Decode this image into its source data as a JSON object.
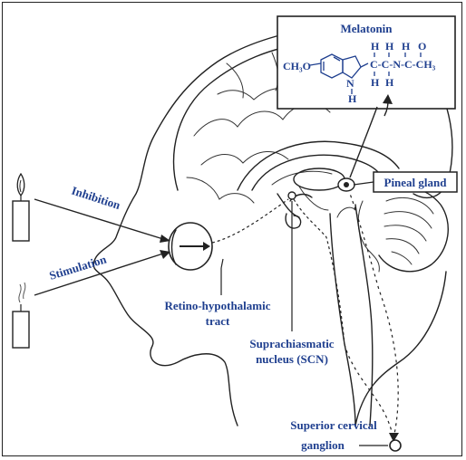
{
  "labels": {
    "melatonin": "Melatonin",
    "pineal_gland": "Pineal gland",
    "inhibition": "Inhibition",
    "stimulation": "Stimulation",
    "rht_line1": "Retino-hypothalamic",
    "rht_line2": "tract",
    "scn_line1": "Suprachiasmatic",
    "scn_line2": "nucleus (SCN)",
    "scg_line1": "Superior cervical",
    "scg_line2": "ganglion"
  },
  "melatonin_structure": {
    "methoxy": "CH₃O",
    "h_top1": "H",
    "h_top2": "H",
    "h_top3": "H",
    "o_top": "O",
    "chain": "C-C-N-C-CH₃",
    "h_bot1": "H",
    "h_bot2": "H",
    "n_ring": "N",
    "h_ring": "H"
  },
  "colors": {
    "label_text": "#1f3f8f",
    "line_art": "#222222",
    "border": "#222222"
  }
}
